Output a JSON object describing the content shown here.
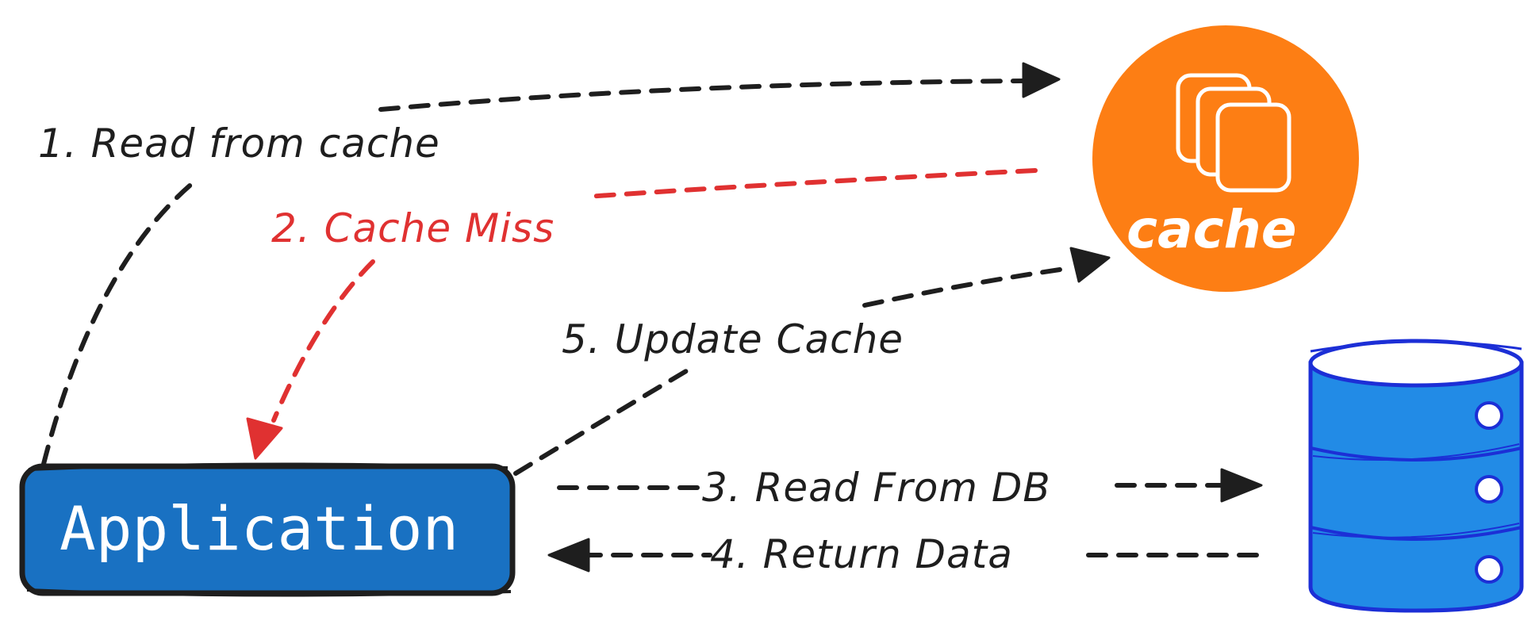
{
  "colors": {
    "application_fill": "#1971c2",
    "cache_fill": "#fd7e14",
    "database_fill": "#228be6",
    "database_stroke": "#1c2fd6",
    "arrow_default": "#1e1e1e",
    "arrow_miss": "#e03131"
  },
  "nodes": {
    "application": {
      "label": "Application"
    },
    "cache": {
      "label": "cache",
      "icon": "stacked-pages-icon"
    },
    "database": {
      "icon": "database-icon"
    }
  },
  "edges": {
    "read_cache": {
      "label": "1. Read from cache"
    },
    "cache_miss": {
      "label": "2. Cache Miss"
    },
    "read_db": {
      "label": "3. Read From DB"
    },
    "return_data": {
      "label": "4. Return Data"
    },
    "update_cache": {
      "label": "5. Update Cache"
    }
  }
}
